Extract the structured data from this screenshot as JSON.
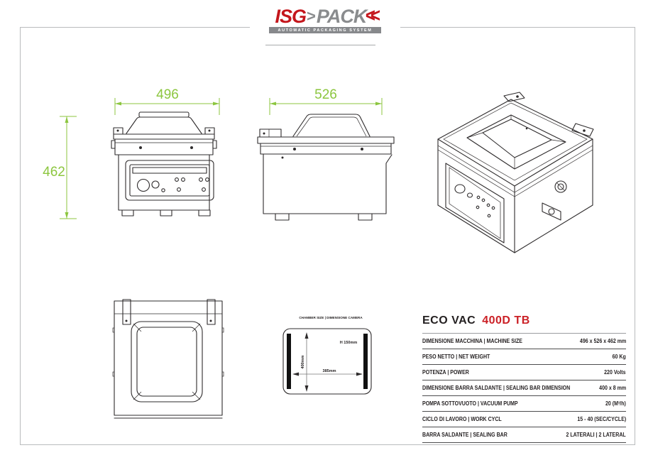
{
  "header": {
    "logo": {
      "part1": "ISG",
      "separator": ">",
      "part2": "PACK",
      "tagline": "AUTOMATIC PACKAGING SYSTEM"
    }
  },
  "views": {
    "front": {
      "width_dim": "496",
      "height_dim": "462"
    },
    "side": {
      "depth_dim": "526"
    }
  },
  "chamber_diagram": {
    "title": "CHAMBER SIZE | DIMENSIONE CAMERA",
    "height_label": "H 150mm",
    "depth_label": "400mm",
    "width_label": "385mm"
  },
  "spec_table": {
    "model_name": "ECO VAC",
    "model_code": "400D TB",
    "rows": [
      {
        "label": "DIMENSIONE MACCHINA | MACHINE SIZE",
        "value": "496 x 526 x 462 mm"
      },
      {
        "label": "PESO NETTO | NET WEIGHT",
        "value": "60 Kg"
      },
      {
        "label": "POTENZA | POWER",
        "value": "220 Volts"
      },
      {
        "label": "DIMENSIONE BARRA SALDANTE | SEALING BAR DIMENSION",
        "value": "400 x 8 mm"
      },
      {
        "label": "POMPA SOTTOVUOTO | VACUUM PUMP",
        "value": "20 (M³/h)"
      },
      {
        "label": "CICLO DI LAVORO | WORK CYCL",
        "value": "15 - 40 (SEC/CYCLE)"
      },
      {
        "label": "BARRA SALDANTE | SEALING BAR",
        "value": "2 LATERALI | 2 LATERAL"
      }
    ]
  },
  "colors": {
    "dimension_green": "#8cc63f",
    "brand_red": "#c4161c",
    "logo_gray": "#8a8c8e"
  }
}
